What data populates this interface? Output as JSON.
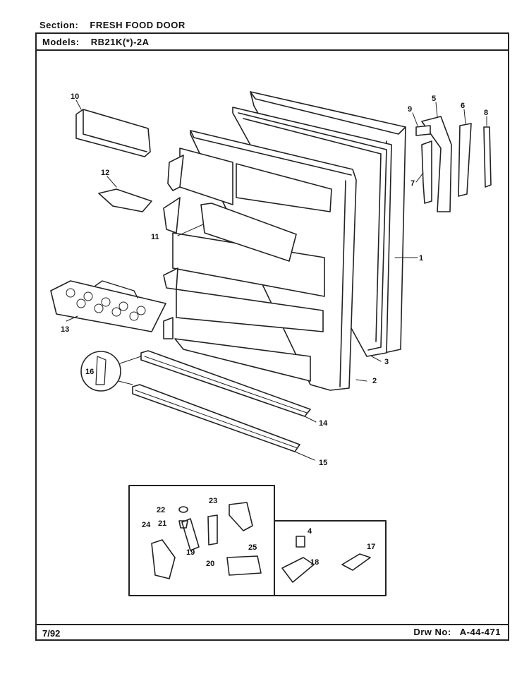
{
  "header": {
    "section_label": "Section:",
    "section_value": "FRESH FOOD DOOR",
    "models_label": "Models:",
    "models_value": "RB21K(*)-2A"
  },
  "footer": {
    "date": "7/92",
    "drw_label": "Drw No:",
    "drw_value": "A-44-471"
  },
  "callouts": {
    "c1": "1",
    "c2": "2",
    "c3": "3",
    "c4": "4",
    "c5": "5",
    "c6": "6",
    "c7": "7",
    "c8": "8",
    "c9": "9",
    "c10": "10",
    "c11": "11",
    "c12": "12",
    "c13": "13",
    "c14": "14",
    "c15": "15",
    "c16": "16",
    "c17": "17",
    "c18": "18",
    "c19": "19",
    "c20": "20",
    "c21": "21",
    "c22": "22",
    "c23": "23",
    "c24": "24",
    "c25": "25"
  }
}
